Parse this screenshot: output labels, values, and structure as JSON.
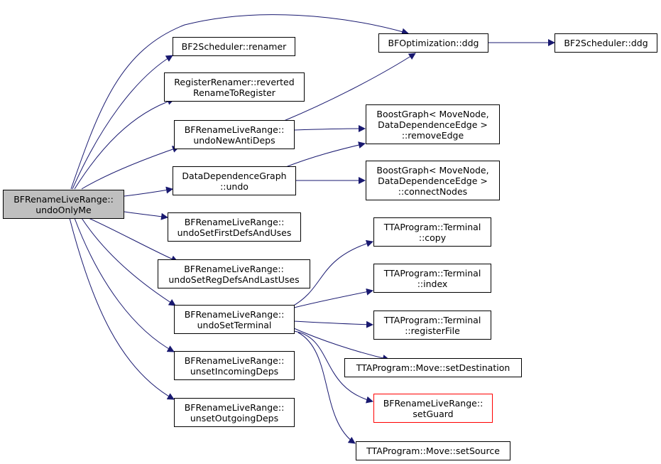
{
  "colors": {
    "edge": "#191970",
    "root_fill": "#bfbfbf",
    "highlight_border": "#ff0000"
  },
  "nodes": {
    "root": "BFRenameLiveRange::\nundoOnlyMe",
    "bfopt_ddg": "BFOptimization::ddg",
    "bf2s_ddg": "BF2Scheduler::ddg",
    "bf2s_renamer": "BF2Scheduler::renamer",
    "rr_reverted": "RegisterRenamer::reverted\nRenameToRegister",
    "undo_new_anti": "BFRenameLiveRange::\nundoNewAntiDeps",
    "bg_remove_edge": "BoostGraph< MoveNode,\nDataDependenceEdge >\n::removeEdge",
    "ddg_undo": "DataDependenceGraph\n::undo",
    "bg_connect_nodes": "BoostGraph< MoveNode,\nDataDependenceEdge >\n::connectNodes",
    "undo_first_defs": "BFRenameLiveRange::\nundoSetFirstDefsAndUses",
    "undo_reg_defs": "BFRenameLiveRange::\nundoSetRegDefsAndLastUses",
    "undo_terminal": "BFRenameLiveRange::\nundoSetTerminal",
    "term_copy": "TTAProgram::Terminal\n::copy",
    "term_index": "TTAProgram::Terminal\n::index",
    "term_regfile": "TTAProgram::Terminal\n::registerFile",
    "move_set_dest": "TTAProgram::Move::setDestination",
    "set_guard": "BFRenameLiveRange::\nsetGuard",
    "move_set_source": "TTAProgram::Move::setSource",
    "unset_incoming": "BFRenameLiveRange::\nunsetIncomingDeps",
    "unset_outgoing": "BFRenameLiveRange::\nunsetOutgoingDeps"
  }
}
